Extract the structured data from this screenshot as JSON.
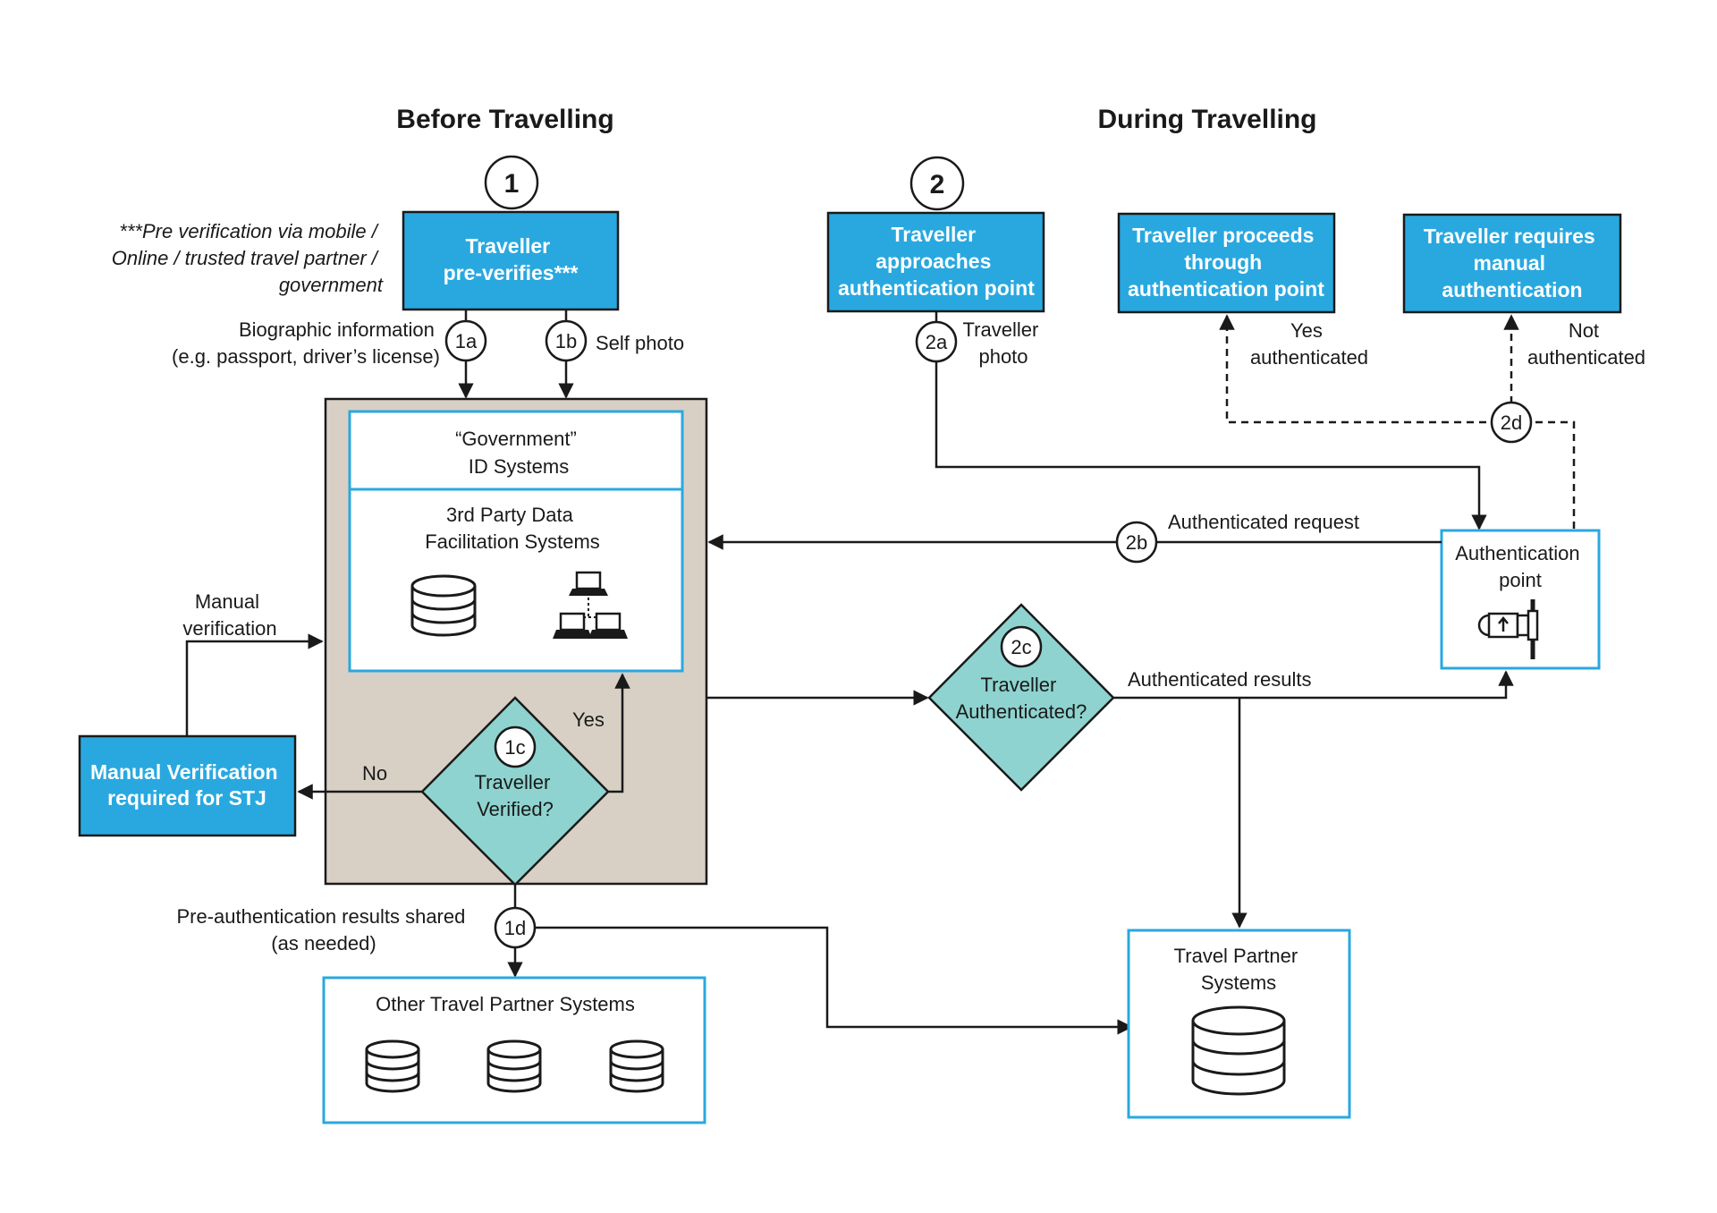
{
  "sections": {
    "before": "Before Travelling",
    "during": "During Travelling"
  },
  "badges": {
    "step1": "1",
    "step2": "2",
    "b1a": "1a",
    "b1b": "1b",
    "b1c": "1c",
    "b1d": "1d",
    "b2a": "2a",
    "b2b": "2b",
    "b2c": "2c",
    "b2d": "2d"
  },
  "boxes": {
    "pre_verifies": [
      "Traveller",
      "pre-verifies***"
    ],
    "approaches": [
      "Traveller",
      "approaches",
      "authentication point"
    ],
    "proceeds": [
      "Traveller proceeds",
      "through",
      "authentication point"
    ],
    "manual_auth": [
      "Traveller requires",
      "manual",
      "authentication"
    ],
    "manual_verification": [
      "Manual Verification",
      "required for STJ"
    ],
    "government_id": [
      "“Government”",
      "ID Systems"
    ],
    "third_party": [
      "3rd Party Data",
      "Facilitation Systems"
    ],
    "auth_point": [
      "Authentication",
      "point"
    ],
    "other_partner": "Other Travel Partner Systems",
    "travel_partner": [
      "Travel Partner",
      "Systems"
    ]
  },
  "diamonds": {
    "verified": [
      "Traveller",
      "Verified?"
    ],
    "authenticated": [
      "Traveller",
      "Authenticated?"
    ]
  },
  "labels": {
    "pre_verification_note": [
      "***Pre verification via mobile /",
      "Online / trusted travel partner /",
      "government"
    ],
    "biographic": [
      "Biographic information",
      "(e.g. passport, driver’s license)"
    ],
    "self_photo": "Self photo",
    "traveller_photo": [
      "Traveller",
      "photo"
    ],
    "yes_authenticated": [
      "Yes",
      "authenticated"
    ],
    "not_authenticated": [
      "Not",
      "authenticated"
    ],
    "authenticated_request": "Authenticated request",
    "manual_verification_edge": [
      "Manual",
      "verification"
    ],
    "yes": "Yes",
    "no": "No",
    "authenticated_results": "Authenticated results",
    "pre_auth_results": [
      "Pre-authentication results shared",
      "(as needed)"
    ]
  },
  "colors": {
    "blue_box": "#29a8e0",
    "diamond": "#8ed3cf",
    "container": "#d9d0c5",
    "stroke": "#1a1a1a"
  },
  "icons": [
    "database-icon",
    "network-icon",
    "camera-icon"
  ]
}
